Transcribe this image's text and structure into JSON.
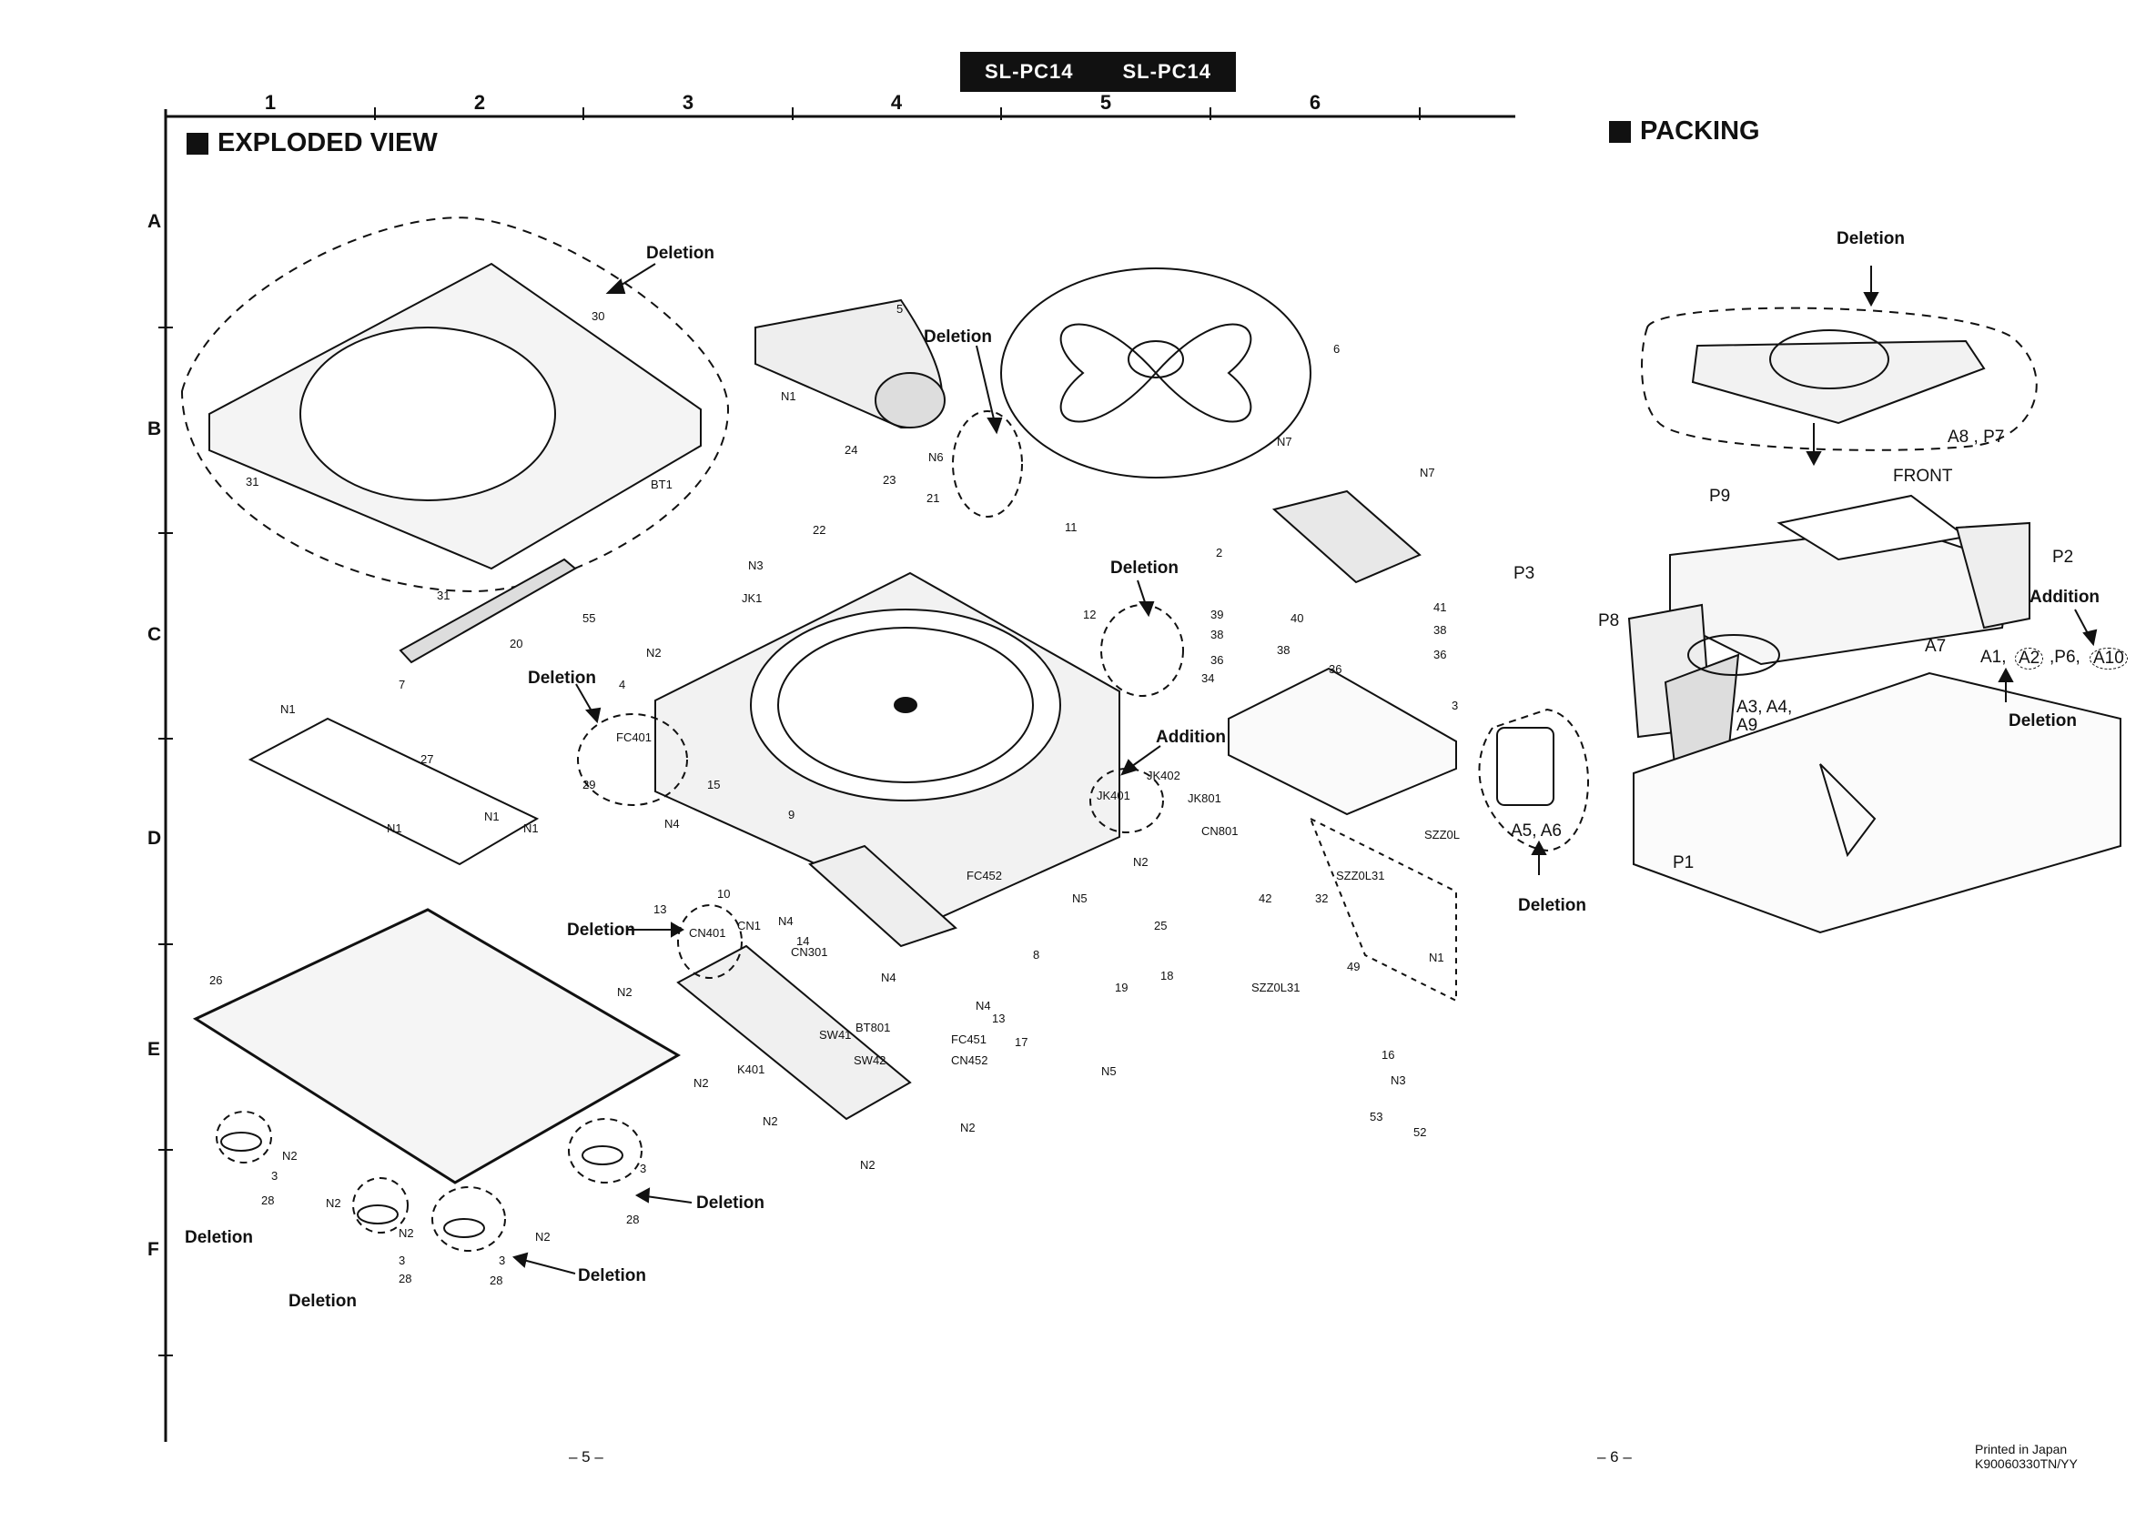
{
  "header": {
    "model_left": "SL-PC14",
    "model_right": "SL-PC14"
  },
  "grid": {
    "columns": [
      "1",
      "2",
      "3",
      "4",
      "5",
      "6"
    ],
    "rows": [
      "A",
      "B",
      "C",
      "D",
      "E",
      "F"
    ]
  },
  "exploded_view": {
    "title": "EXPLODED VIEW",
    "notes": {
      "deletion": "Deletion",
      "addition": "Addition"
    },
    "labels": [
      "30",
      "31",
      "31",
      "5",
      "6",
      "7",
      "BT1",
      "55",
      "N2",
      "N3",
      "JK1",
      "20",
      "22",
      "23",
      "24",
      "N1",
      "N6",
      "21",
      "11",
      "4",
      "12",
      "2",
      "N7",
      "N7",
      "39",
      "38",
      "40",
      "38",
      "41",
      "38",
      "36",
      "36",
      "36",
      "34",
      "3",
      "27",
      "N1",
      "N1",
      "N1",
      "N1",
      "FC401",
      "29",
      "N4",
      "15",
      "9",
      "10",
      "13",
      "N4",
      "14",
      "CN301",
      "JK401",
      "JK402",
      "JK801",
      "CN801",
      "N2",
      "FC452",
      "N5",
      "25",
      "18",
      "CN401",
      "CN1",
      "8",
      "N4",
      "N4",
      "13",
      "19",
      "17",
      "N5",
      "26",
      "N2",
      "SW41",
      "BT801",
      "FC451",
      "CN452",
      "SW42",
      "K401",
      "N2",
      "N2",
      "N2",
      "N2",
      "N2",
      "3",
      "28",
      "3",
      "28",
      "N2",
      "N2",
      "3",
      "28",
      "N2",
      "3",
      "28",
      "42",
      "32",
      "49",
      "N1",
      "SZZ0L31",
      "SZZ0L31",
      "SZZ0L",
      "16",
      "N3",
      "53",
      "52"
    ]
  },
  "packing": {
    "title": "PACKING",
    "labels": {
      "deletion_top": "Deletion",
      "a8_p7": "A8 , P7",
      "front": "FRONT",
      "p9": "P9",
      "p2": "P2",
      "addition": "Addition",
      "p3": "P3",
      "p8": "P8",
      "a7": "A7",
      "a_list": "A1,",
      "a2": "A2",
      "p6": ",P6,",
      "a10": "A10",
      "a3a4": "A3, A4,",
      "a9": "A9",
      "deletion_mid": "Deletion",
      "a5a6": "A5, A6",
      "p1": "P1",
      "deletion_bottom": "Deletion"
    }
  },
  "pages": {
    "left": "– 5 –",
    "right": "– 6 –"
  },
  "footer": {
    "printed": "Printed in Japan",
    "code": "K90060330TN/YY"
  },
  "colors": {
    "ink": "#111111",
    "paper": "#ffffff"
  }
}
